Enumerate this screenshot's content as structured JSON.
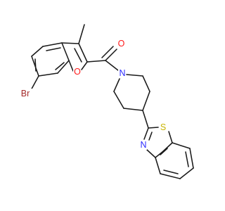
{
  "molecule": {
    "atoms": {
      "oxygen_carbonyl": {
        "symbol": "O",
        "color": "#ff1a1a"
      },
      "oxygen_furan": {
        "symbol": "O",
        "color": "#ff1a1a"
      },
      "nitrogen_piperidine": {
        "symbol": "N",
        "color": "#2b2bff"
      },
      "nitrogen_thiazole": {
        "symbol": "N",
        "color": "#2b2bff"
      },
      "sulfur_thiazole": {
        "symbol": "S",
        "color": "#c8b400"
      },
      "bromine": {
        "symbol": "Br",
        "color": "#a52a2a"
      }
    },
    "bond_color": "#1a1a1a"
  }
}
